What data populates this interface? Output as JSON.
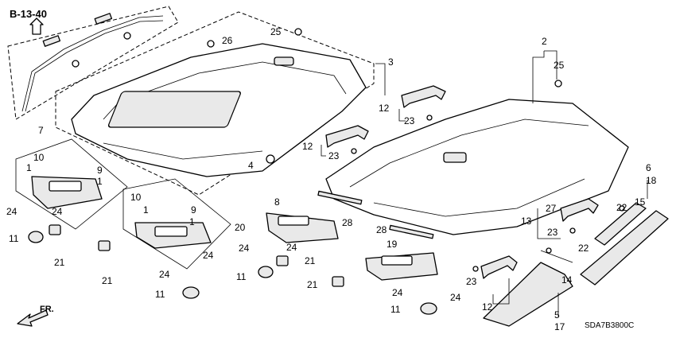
{
  "diagram": {
    "reference_code": "B-13-40",
    "direction_label": "FR.",
    "drawing_code": "SDA7B3800C",
    "callouts": [
      {
        "id": "c2",
        "label": "2"
      },
      {
        "id": "c3",
        "label": "3"
      },
      {
        "id": "c4",
        "label": "4"
      },
      {
        "id": "c5",
        "label": "5"
      },
      {
        "id": "c6",
        "label": "6"
      },
      {
        "id": "c7",
        "label": "7"
      },
      {
        "id": "c8",
        "label": "8"
      },
      {
        "id": "c9a",
        "label": "9"
      },
      {
        "id": "c9b",
        "label": "9"
      },
      {
        "id": "c10a",
        "label": "10"
      },
      {
        "id": "c10b",
        "label": "10"
      },
      {
        "id": "c1a",
        "label": "1"
      },
      {
        "id": "c1b",
        "label": "1"
      },
      {
        "id": "c1c",
        "label": "1"
      },
      {
        "id": "c1d",
        "label": "1"
      },
      {
        "id": "c11a",
        "label": "11"
      },
      {
        "id": "c11b",
        "label": "11"
      },
      {
        "id": "c11c",
        "label": "11"
      },
      {
        "id": "c11d",
        "label": "11"
      },
      {
        "id": "c12a",
        "label": "12"
      },
      {
        "id": "c12b",
        "label": "12"
      },
      {
        "id": "c12c",
        "label": "12"
      },
      {
        "id": "c13",
        "label": "13"
      },
      {
        "id": "c14",
        "label": "14"
      },
      {
        "id": "c15",
        "label": "15"
      },
      {
        "id": "c17",
        "label": "17"
      },
      {
        "id": "c18",
        "label": "18"
      },
      {
        "id": "c19",
        "label": "19"
      },
      {
        "id": "c20",
        "label": "20"
      },
      {
        "id": "c21a",
        "label": "21"
      },
      {
        "id": "c21b",
        "label": "21"
      },
      {
        "id": "c21c",
        "label": "21"
      },
      {
        "id": "c21d",
        "label": "21"
      },
      {
        "id": "c22a",
        "label": "22"
      },
      {
        "id": "c22b",
        "label": "22"
      },
      {
        "id": "c23a",
        "label": "23"
      },
      {
        "id": "c23b",
        "label": "23"
      },
      {
        "id": "c23c",
        "label": "23"
      },
      {
        "id": "c23d",
        "label": "23"
      },
      {
        "id": "c24a",
        "label": "24"
      },
      {
        "id": "c24b",
        "label": "24"
      },
      {
        "id": "c24c",
        "label": "24"
      },
      {
        "id": "c24d",
        "label": "24"
      },
      {
        "id": "c24e",
        "label": "24"
      },
      {
        "id": "c24f",
        "label": "24"
      },
      {
        "id": "c24g",
        "label": "24"
      },
      {
        "id": "c24h",
        "label": "24"
      },
      {
        "id": "c25a",
        "label": "25"
      },
      {
        "id": "c25b",
        "label": "25"
      },
      {
        "id": "c26",
        "label": "26"
      },
      {
        "id": "c27",
        "label": "27"
      },
      {
        "id": "c28a",
        "label": "28"
      },
      {
        "id": "c28b",
        "label": "28"
      }
    ],
    "icons": {
      "up_arrow": "up-arrow-icon",
      "front_arrow": "front-direction-arrow-icon"
    }
  }
}
